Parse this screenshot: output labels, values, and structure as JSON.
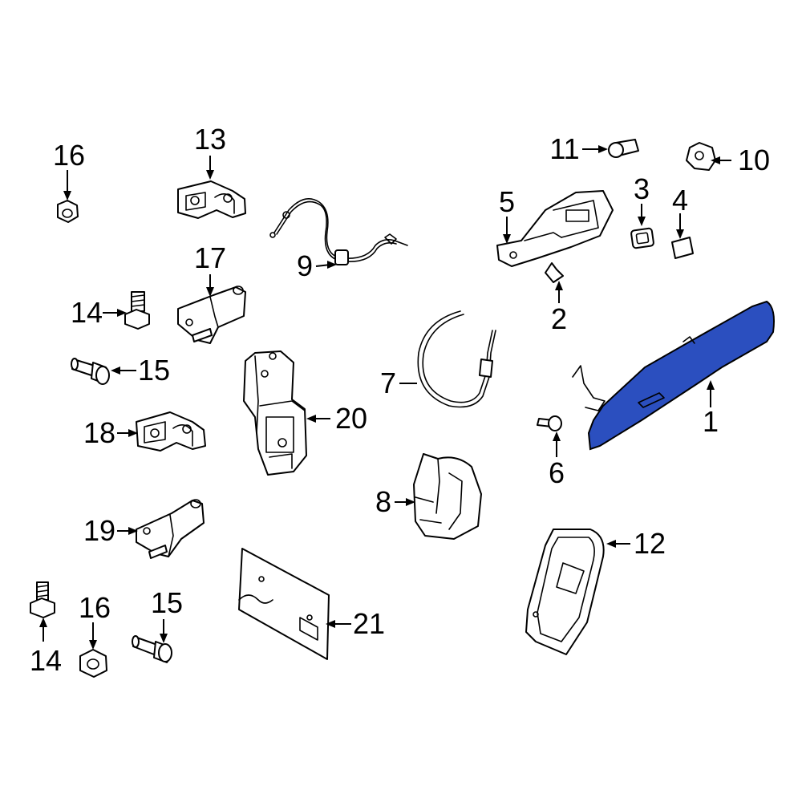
{
  "diagram": {
    "highlight_color": "#2b4fbf",
    "callouts": [
      {
        "id": "c1",
        "label": "1"
      },
      {
        "id": "c2",
        "label": "2"
      },
      {
        "id": "c3",
        "label": "3"
      },
      {
        "id": "c4",
        "label": "4"
      },
      {
        "id": "c5",
        "label": "5"
      },
      {
        "id": "c6",
        "label": "6"
      },
      {
        "id": "c7",
        "label": "7"
      },
      {
        "id": "c8",
        "label": "8"
      },
      {
        "id": "c9",
        "label": "9"
      },
      {
        "id": "c10",
        "label": "10"
      },
      {
        "id": "c11",
        "label": "11"
      },
      {
        "id": "c12",
        "label": "12"
      },
      {
        "id": "c13",
        "label": "13"
      },
      {
        "id": "c14a",
        "label": "14"
      },
      {
        "id": "c14b",
        "label": "14"
      },
      {
        "id": "c15a",
        "label": "15"
      },
      {
        "id": "c15b",
        "label": "15"
      },
      {
        "id": "c16a",
        "label": "16"
      },
      {
        "id": "c16b",
        "label": "16"
      },
      {
        "id": "c17",
        "label": "17"
      },
      {
        "id": "c18",
        "label": "18"
      },
      {
        "id": "c19",
        "label": "19"
      },
      {
        "id": "c20",
        "label": "20"
      },
      {
        "id": "c21",
        "label": "21"
      }
    ]
  }
}
